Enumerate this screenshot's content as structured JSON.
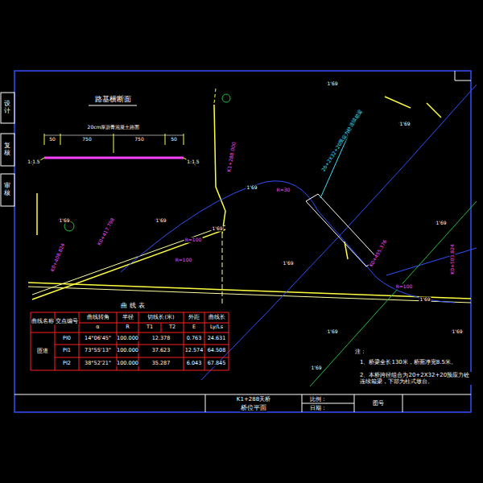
{
  "diagram": {
    "title": "桥位平面",
    "labels": [
      "设计",
      "复核",
      "审核",
      "路基横断面",
      "20cm厚沥青混凝土路面",
      "50",
      "750",
      "750",
      "50",
      "1:1.5",
      "1:1.5",
      "曲 线 表",
      "曲线名称",
      "交点编号",
      "曲线转角",
      "半径",
      "切线长(米)",
      "外距",
      "曲线长",
      "α",
      "R",
      "T1",
      "T2",
      "E",
      "Ly/Ls",
      "PI0",
      "14°06'45\"",
      "100.000",
      "12.378",
      "0.763",
      "24.631",
      "PI1",
      "73°55'13\"",
      "100.000",
      "37.623",
      "12.574",
      "64.508",
      "PI2",
      "38°52'21\"",
      "100.000",
      "35.287",
      "6.043",
      "67.845",
      "匝道",
      "注：",
      "1、桥梁全长130米，桥面净宽8.5米。",
      "2、本桥跨径组合为20+2X32+20预应力砼连续箱梁，下部为柱式墩台。",
      "K1+288天桥",
      "比例：",
      "日期：",
      "图号",
      "K0+408.824",
      "K0+417.798",
      "K1+288.000",
      "R=100",
      "R=100",
      "R=30",
      "K0+455.376",
      "K0+503.824",
      "R=100",
      "20+2X32+20预应力砼连续箱梁",
      "1'69",
      "1'69",
      "1'69",
      "1'69",
      "1'69",
      "1'69",
      "1'69",
      "1'69",
      "1'69",
      "1'69",
      "1'69",
      "1'69"
    ]
  }
}
